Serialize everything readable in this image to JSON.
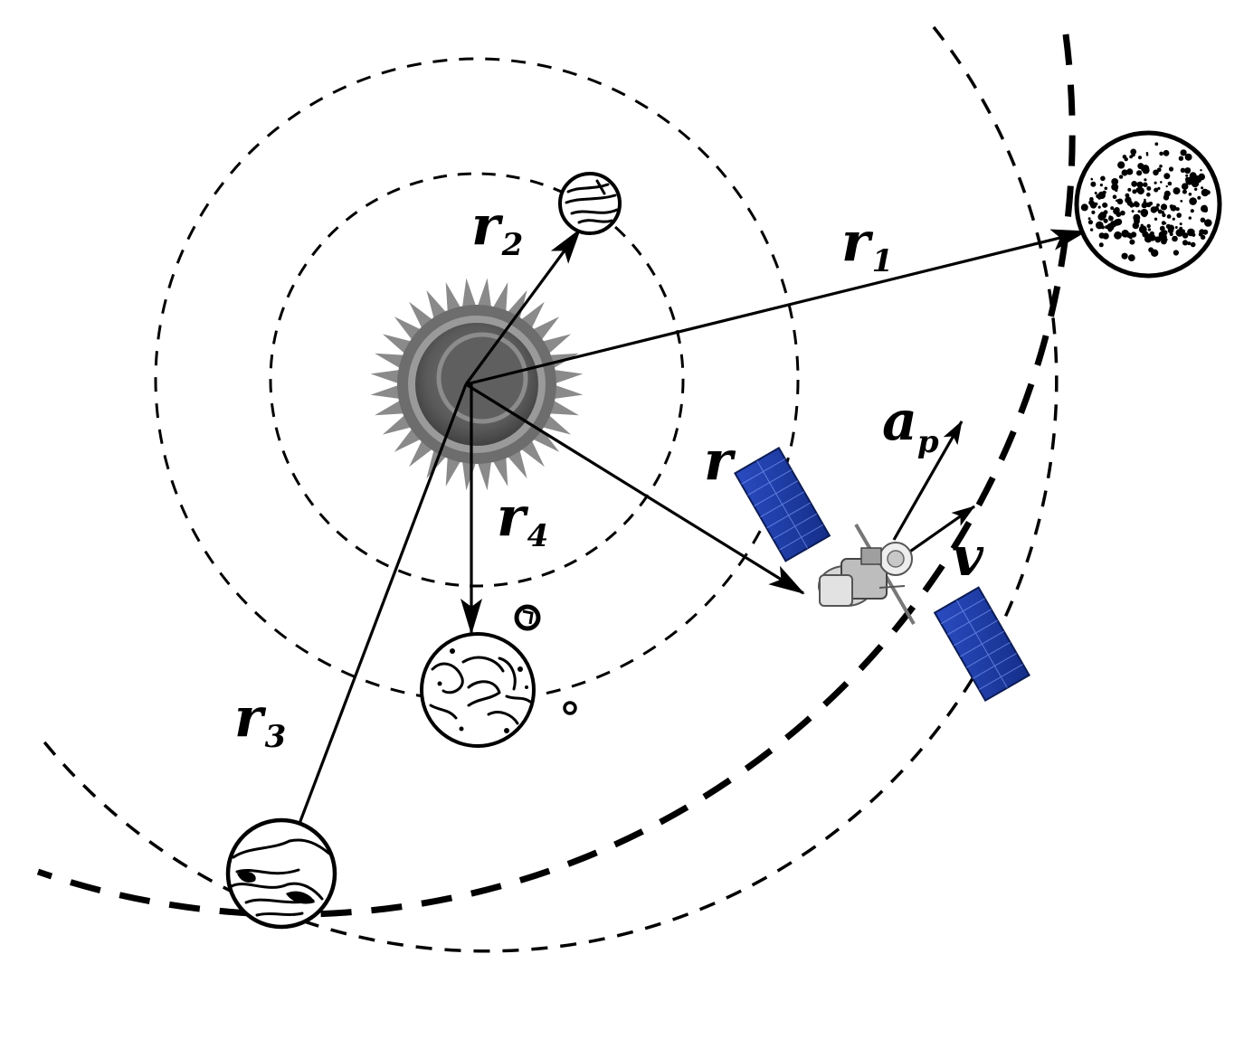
{
  "labels": {
    "r1": {
      "main": "r",
      "sub": "1"
    },
    "r2": {
      "main": "r",
      "sub": "2"
    },
    "r3": {
      "main": "r",
      "sub": "3"
    },
    "r4": {
      "main": "r",
      "sub": "4"
    },
    "r": {
      "main": "r"
    },
    "ap": {
      "main": "a",
      "sub": "p"
    },
    "v": {
      "main": "v"
    }
  },
  "colors": {
    "ink": "#000000",
    "sun_core": "#5e5e5e",
    "sun_ray": "#8a8a8a",
    "panel": "#1e3fae"
  },
  "icons": [
    "sun-icon",
    "planet-icon",
    "moon-icon",
    "satellite-icon"
  ]
}
